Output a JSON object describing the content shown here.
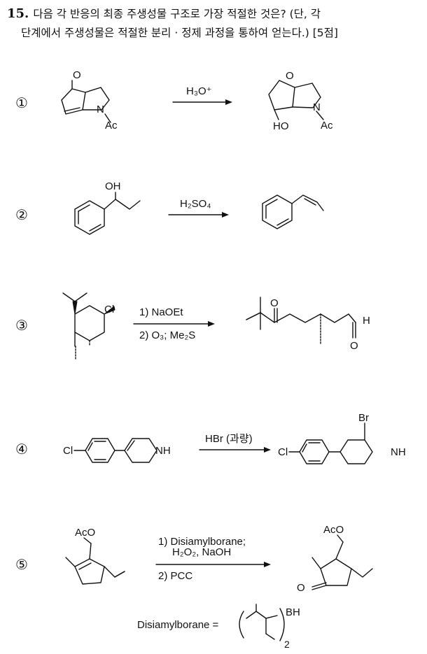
{
  "question": {
    "number": "15.",
    "line1": "다음 각 반응의 최종 주생성물 구조로 가장 적절한 것은? (단, 각",
    "line2": "단계에서 주생성물은 적절한 분리 · 정제 과정을 통하여 얻는다.) [5점]"
  },
  "reactions": [
    {
      "mark": "①",
      "reagent1": "H₃O⁺",
      "reagent2": "",
      "sm_labels": {
        "o": "O",
        "n": "N",
        "ac": "Ac"
      },
      "prod_labels": {
        "o": "O",
        "n": "N",
        "ac": "Ac",
        "ho": "HO"
      }
    },
    {
      "mark": "②",
      "reagent1": "H₂SO₄",
      "reagent2": "",
      "sm_labels": {
        "oh": "OH"
      }
    },
    {
      "mark": "③",
      "reagent1": "1) NaOEt",
      "reagent2": "2) O₃; Me₂S",
      "sm_labels": {
        "cl": "Cl"
      },
      "prod_labels": {
        "o1": "O",
        "o2": "O",
        "h": "H"
      }
    },
    {
      "mark": "④",
      "reagent1": "HBr (과량)",
      "reagent2": "",
      "sm_labels": {
        "cl": "Cl",
        "nh": "NH"
      },
      "prod_labels": {
        "cl": "Cl",
        "nh": "NH",
        "br": "Br"
      }
    },
    {
      "mark": "⑤",
      "reagent1": "1) Disiamylborane;",
      "reagent1b": "H₂O₂, NaOH",
      "reagent2": "2) PCC",
      "sm_labels": {
        "aco": "AcO"
      },
      "prod_labels": {
        "aco": "AcO",
        "o": "O"
      }
    }
  ],
  "footnote": {
    "label": "Disiamylborane  =",
    "bh": "BH",
    "sub": "2"
  }
}
